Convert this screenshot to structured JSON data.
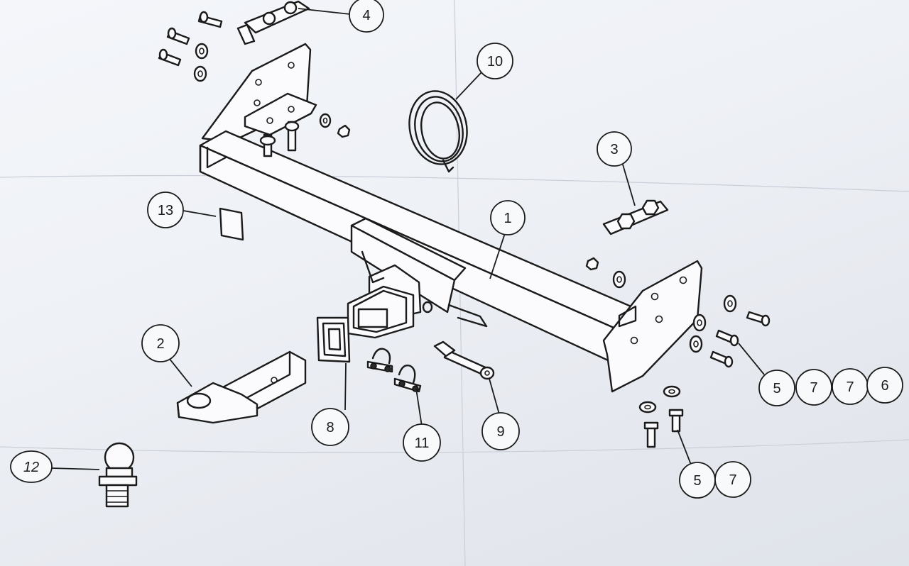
{
  "diagram": {
    "callouts": [
      {
        "id": "c1",
        "label": "1"
      },
      {
        "id": "c2",
        "label": "2"
      },
      {
        "id": "c3",
        "label": "3"
      },
      {
        "id": "c4",
        "label": "4"
      },
      {
        "id": "c5a",
        "label": "5"
      },
      {
        "id": "c7a",
        "label": "7"
      },
      {
        "id": "c7b",
        "label": "7"
      },
      {
        "id": "c6",
        "label": "6"
      },
      {
        "id": "c5b",
        "label": "5"
      },
      {
        "id": "c7c",
        "label": "7"
      },
      {
        "id": "c8",
        "label": "8"
      },
      {
        "id": "c9",
        "label": "9"
      },
      {
        "id": "c10",
        "label": "10"
      },
      {
        "id": "c11",
        "label": "11"
      },
      {
        "id": "c12",
        "label": "12"
      },
      {
        "id": "c13",
        "label": "13"
      }
    ]
  }
}
